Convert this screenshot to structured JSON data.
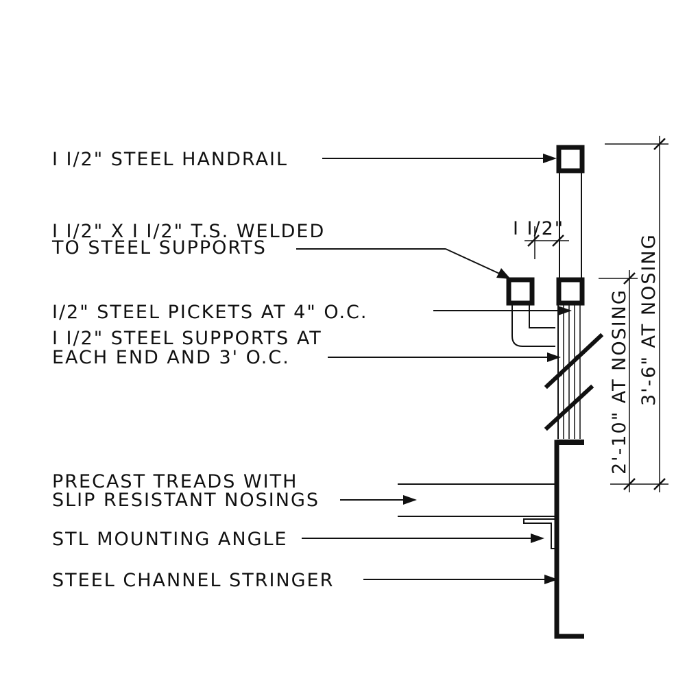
{
  "labels": {
    "handrail": "I I/2\" STEEL HANDRAIL",
    "ts_line1": "I I/2\" X I I/2\" T.S. WELDED",
    "ts_line2": "TO STEEL SUPPORTS",
    "pickets": "I/2\"  STEEL PICKETS AT 4\" O.C.",
    "supports_line1": "I I/2\" STEEL SUPPORTS AT",
    "supports_line2": "EACH END AND 3' O.C.",
    "treads_line1": "PRECAST TREADS WITH",
    "treads_line2": "SLIP RESISTANT NOSINGS",
    "angle": "STL MOUNTING ANGLE",
    "stringer": "STEEL CHANNEL STRINGER"
  },
  "dimensions": {
    "tube_width": "I I/2\"",
    "height_inner": "2'-10\" AT NOSING",
    "height_outer": "3'-6\" AT NOSING"
  },
  "colors": {
    "ink": "#111111",
    "paper": "#ffffff"
  }
}
